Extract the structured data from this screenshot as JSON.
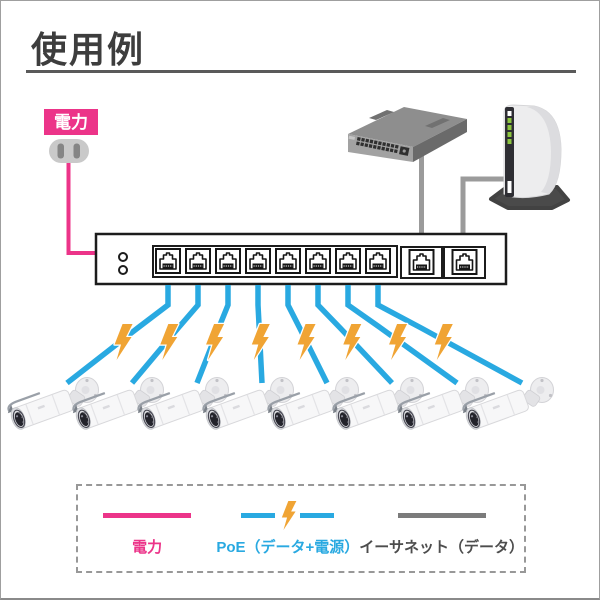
{
  "page": {
    "title": "使用例"
  },
  "power_source": {
    "label": "電力"
  },
  "devices": {
    "poe_switch": {
      "poe_port_count": 8,
      "uplink_port_count": 2,
      "led_count": 2
    },
    "camera_count": 8,
    "bolt_count": 8
  },
  "colors": {
    "power_pink": "#ec3489",
    "poe_blue": "#29a9e1",
    "bolt_orange": "#f0a434",
    "ethernet_gray": "#7b7b7b",
    "ethernet_cable_gray": "#9b9b9b",
    "title_gray": "#3d3d3d"
  },
  "legend": {
    "items": [
      {
        "id": "power",
        "label": "電力",
        "color": "#ec3489",
        "text_color": "#ec3489"
      },
      {
        "id": "poe",
        "label": "PoE（データ+電源）",
        "color": "#29a9e1",
        "text_color": "#29a9e1"
      },
      {
        "id": "ethernet",
        "label": "イーサネット（データ）",
        "color": "#7b7b7b",
        "text_color": "#4d4d4d"
      }
    ]
  }
}
